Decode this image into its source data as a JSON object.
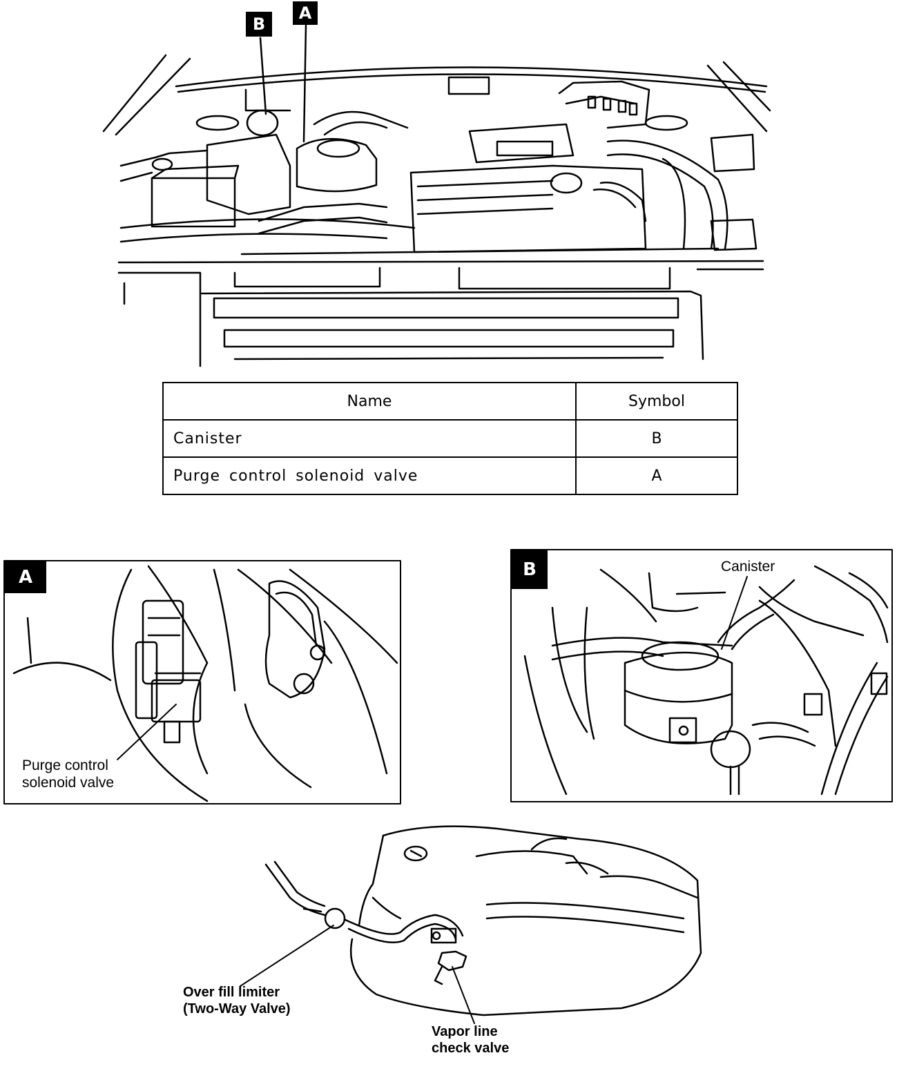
{
  "top_callouts": {
    "a": "A",
    "b": "B"
  },
  "table": {
    "headers": {
      "name": "Name",
      "symbol": "Symbol"
    },
    "rows": [
      {
        "name": "Canister",
        "symbol": "B"
      },
      {
        "name": "Purge control solenoid valve",
        "symbol": "A"
      }
    ]
  },
  "panel_a": {
    "badge": "A",
    "label_line1": "Purge control",
    "label_line2": "solenoid valve"
  },
  "panel_b": {
    "badge": "B",
    "label": "Canister"
  },
  "tank": {
    "overfill_line1": "Over fill limiter",
    "overfill_line2": "(Two-Way Valve)",
    "vapor_line1": "Vapor line",
    "vapor_line2": "check valve"
  }
}
